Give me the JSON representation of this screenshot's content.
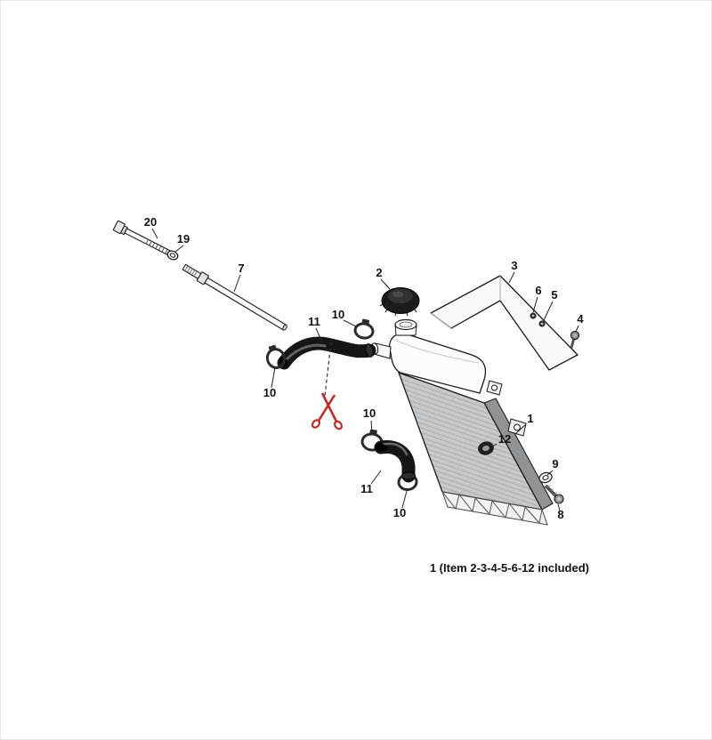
{
  "diagram": {
    "type": "exploded-parts-diagram",
    "subject": "radiator-cooling-assembly",
    "background_color": "#ffffff",
    "outline_color": "#1a1a1a",
    "accent_color": "#c62828",
    "footnote": "1 (Item 2-3-4-5-6-12 included)",
    "labels": [
      "20",
      "19",
      "7",
      "2",
      "3",
      "6",
      "5",
      "4",
      "11",
      "10",
      "10",
      "10",
      "11",
      "10",
      "1",
      "12",
      "9",
      "8"
    ],
    "icons": {
      "scissors": "cut-here-mark"
    }
  }
}
